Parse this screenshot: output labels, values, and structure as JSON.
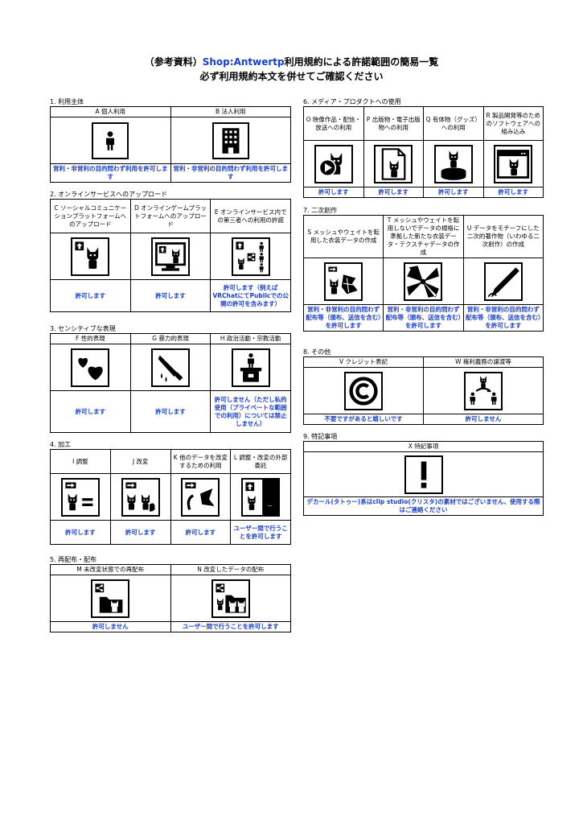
{
  "title": {
    "line1_pre": "（参考資料）",
    "brand": "Shop:Antwertp",
    "line1_post": "利用規約による許諾範囲の簡易一覧",
    "line2": "必ず利用規約本文を併せてご確認ください"
  },
  "s1": {
    "label": "1. 利用主体",
    "items": [
      {
        "head": "A 個人利用",
        "foot": "営利・非営利の目的問わず利用を許可します"
      },
      {
        "head": "B 法人利用",
        "foot": "営利・非営利の目的問わず利用を許可します"
      }
    ]
  },
  "s2": {
    "label": "2. オンラインサービスへのアップロード",
    "items": [
      {
        "head": "C ソーシャルコミュニケーションプラットフォームへのアップロード",
        "foot": "許可します"
      },
      {
        "head": "D オンラインゲームプラットフォームへのアップロード",
        "foot": "許可します"
      },
      {
        "head": "E オンラインサービス内での第三者への利用の許諾",
        "foot": "許可します（例えばVRChatにてPublicでの公開の許可を含みます）"
      }
    ]
  },
  "s3": {
    "label": "3. センシティブな表現",
    "items": [
      {
        "head": "F 性的表現",
        "foot": "許可します"
      },
      {
        "head": "G 暴力的表現",
        "foot": "許可します"
      },
      {
        "head": "H 政治活動・宗教活動",
        "foot": "許可しません（ただし私的使用（プライベートな範囲での利用）については禁止しません）"
      }
    ]
  },
  "s4": {
    "label": "4. 加工",
    "items": [
      {
        "head": "I 調整",
        "foot": "許可します"
      },
      {
        "head": "J 改変",
        "foot": "許可します"
      },
      {
        "head": "K 他のデータを改変するための利用",
        "foot": "許可します"
      },
      {
        "head": "L 調整・改変の外部委託",
        "foot": "ユーザー間で行うことを許可します"
      }
    ]
  },
  "s5": {
    "label": "5. 再配布・配布",
    "items": [
      {
        "head": "M 未改変状態での再配布",
        "foot": "許可しません"
      },
      {
        "head": "N 改変したデータの配布",
        "foot": "ユーザー間で行うことを許可します"
      }
    ]
  },
  "s6": {
    "label": "6. メディア・プロダクトへの使用",
    "items": [
      {
        "head": "O 映像作品・配信・放送への利用",
        "foot": "許可します"
      },
      {
        "head": "P 出版物・電子出版物への利用",
        "foot": "許可します"
      },
      {
        "head": "Q 有体物（グッズ）への利用",
        "foot": "許可します"
      },
      {
        "head": "R 製品開発等のためのソフトウェアへの組み込み",
        "foot": "許可します"
      }
    ]
  },
  "s7": {
    "label": "7. 二次創作",
    "items": [
      {
        "head": "S メッシュやウェイトを転用した衣装データの作成",
        "foot": "営利・非営利の目的問わず配布等（頒布、送信を含む）を許可します"
      },
      {
        "head": "T メッシュやウェイトを転用しないでデータの規格に準拠した新たな衣装データ・テクスチャデータの作成",
        "foot": "営利・非営利の目的問わず配布等（頒布、送信を含む）を許可します"
      },
      {
        "head": "U データをモチーフにした二次的著作物（いわゆる二次創作）の作成",
        "foot": "営利・非営利の目的問わず配布等（頒布、送信を含む）を許可します"
      }
    ]
  },
  "s8": {
    "label": "8. その他",
    "items": [
      {
        "head": "V クレジット表記",
        "foot": "不要ですがあると嬉しいです"
      },
      {
        "head": "W 権利義務の譲渡等",
        "foot": "許可しません"
      }
    ]
  },
  "s9": {
    "label": "9. 特記事項",
    "items": [
      {
        "head": "X 特記事項",
        "foot": "デカール(タトゥー)系はclip studio(クリスタ)の素材ではございません、使用する際はご連絡ください"
      }
    ]
  },
  "icons": {
    "A": "person-icon",
    "B": "building-icon",
    "C": "upload-cat-icon",
    "D": "monitor-upload-icon",
    "E": "share-users-icon",
    "F": "hearts-icon",
    "G": "knife-icon",
    "H": "podium-icon",
    "I": "adjust-icon",
    "J": "modify-icon",
    "K": "derive-icon",
    "L": "outsource-icon",
    "M": "redistribute-icon",
    "N": "distribute-modified-icon",
    "O": "video-icon",
    "P": "document-icon",
    "Q": "figure-icon",
    "R": "software-icon",
    "S": "mesh-icon",
    "T": "texture-icon",
    "U": "pen-icon",
    "V": "copyright-icon",
    "W": "transfer-icon",
    "X": "exclamation-icon"
  }
}
